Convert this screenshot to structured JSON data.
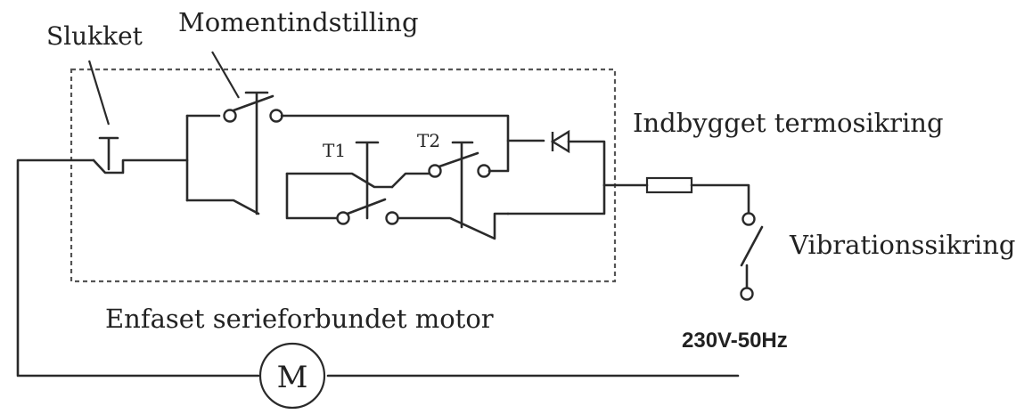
{
  "labels": {
    "off_switch": "Slukket",
    "torque_setting": "Momentindstilling",
    "thermal_fuse": "Indbygget termosikring",
    "vibration_fuse": "Vibrationssikring",
    "motor_type": "Enfaset serieforbundet motor",
    "supply": "230V-50Hz",
    "switch_t1": "T1",
    "switch_t2": "T2",
    "motor_symbol": "M"
  }
}
